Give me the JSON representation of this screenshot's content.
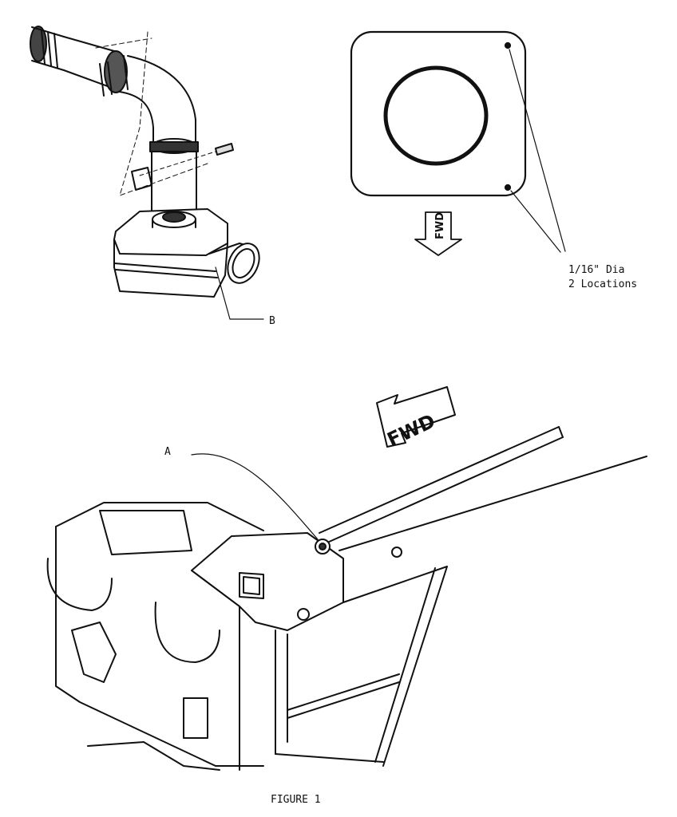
{
  "labels": {
    "b": "B",
    "a": "A",
    "hole_size": "1/16\" Dia",
    "hole_count": "2 Locations",
    "fwd_top": "FWD",
    "fwd_bottom": "FWD",
    "caption": "FIGURE 1"
  }
}
